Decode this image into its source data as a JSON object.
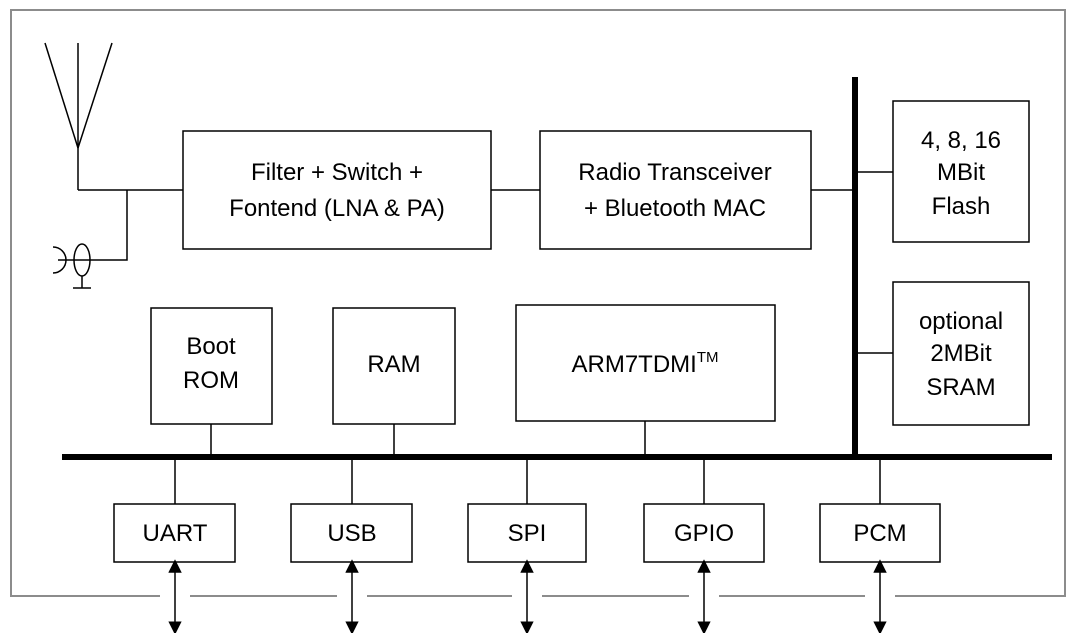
{
  "blocks": {
    "filter_frontend": {
      "line1": "Filter + Switch +",
      "line2": "Fontend (LNA & PA)"
    },
    "radio": {
      "line1": "Radio Transceiver",
      "line2": "+ Bluetooth MAC"
    },
    "flash": {
      "line1": "4, 8, 16",
      "line2": "MBit",
      "line3": "Flash"
    },
    "sram": {
      "line1": "optional",
      "line2": "2MBit",
      "line3": "SRAM"
    },
    "boot_rom": {
      "line1": "Boot",
      "line2": "ROM"
    },
    "ram": {
      "label": "RAM"
    },
    "cpu": {
      "label": "ARM7TDMI",
      "superscript": "TM"
    }
  },
  "peripherals": {
    "uart": "UART",
    "usb": "USB",
    "spi": "SPI",
    "gpio": "GPIO",
    "pcm": "PCM"
  }
}
